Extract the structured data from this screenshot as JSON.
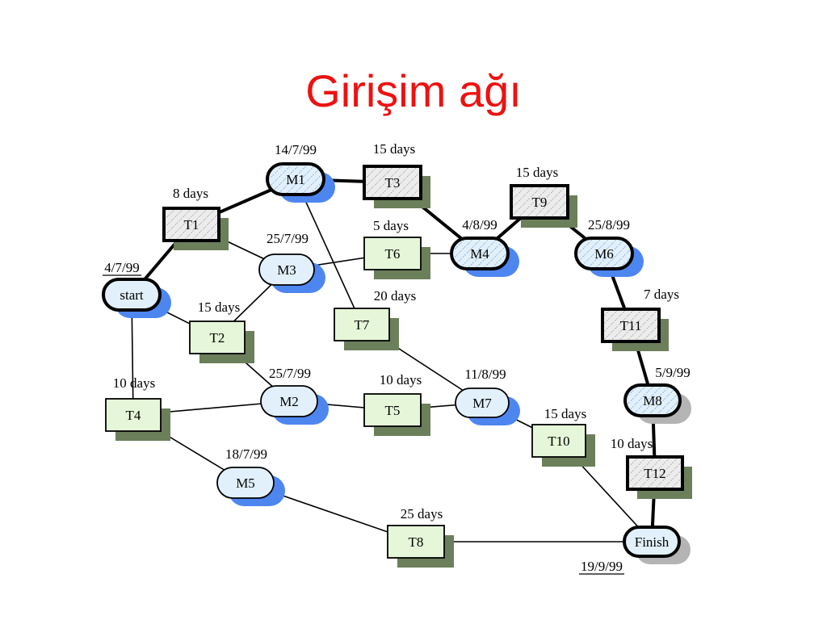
{
  "title": "Girişim ağı",
  "colors": {
    "title": "#ee1111",
    "task_fill": "#e6f7d9",
    "critical_fill": "#ececec",
    "shadow_green": "#6b7f5b",
    "milestone_fill": "#e2f0fb",
    "shadow_blue": "#4e86f0",
    "shadow_gray": "#b4b4b4",
    "line": "#000000"
  },
  "nodes": [
    {
      "id": "start",
      "label": "start",
      "kind": "milestone",
      "critical": true
    },
    {
      "id": "M1",
      "label": "M1",
      "kind": "milestone",
      "critical": true
    },
    {
      "id": "M2",
      "label": "M2",
      "kind": "milestone",
      "critical": false
    },
    {
      "id": "M3",
      "label": "M3",
      "kind": "milestone",
      "critical": false
    },
    {
      "id": "M4",
      "label": "M4",
      "kind": "milestone",
      "critical": true
    },
    {
      "id": "M5",
      "label": "M5",
      "kind": "milestone",
      "critical": false
    },
    {
      "id": "M6",
      "label": "M6",
      "kind": "milestone",
      "critical": true
    },
    {
      "id": "M7",
      "label": "M7",
      "kind": "milestone",
      "critical": false
    },
    {
      "id": "M8",
      "label": "M8",
      "kind": "milestone",
      "critical": true
    },
    {
      "id": "Finish",
      "label": "Finish",
      "kind": "milestone",
      "critical": true
    },
    {
      "id": "T1",
      "label": "T1",
      "kind": "task",
      "critical": true
    },
    {
      "id": "T2",
      "label": "T2",
      "kind": "task",
      "critical": false
    },
    {
      "id": "T3",
      "label": "T3",
      "kind": "task",
      "critical": true
    },
    {
      "id": "T4",
      "label": "T4",
      "kind": "task",
      "critical": false
    },
    {
      "id": "T5",
      "label": "T5",
      "kind": "task",
      "critical": false
    },
    {
      "id": "T6",
      "label": "T6",
      "kind": "task",
      "critical": false
    },
    {
      "id": "T7",
      "label": "T7",
      "kind": "task",
      "critical": false
    },
    {
      "id": "T8",
      "label": "T8",
      "kind": "task",
      "critical": false
    },
    {
      "id": "T9",
      "label": "T9",
      "kind": "task",
      "critical": true
    },
    {
      "id": "T10",
      "label": "T10",
      "kind": "task",
      "critical": false
    },
    {
      "id": "T11",
      "label": "T11",
      "kind": "task",
      "critical": true
    },
    {
      "id": "T12",
      "label": "T12",
      "kind": "task",
      "critical": true
    }
  ],
  "edges": [
    {
      "from": "start",
      "to": "T1",
      "critical": true
    },
    {
      "from": "T1",
      "to": "M1",
      "critical": true
    },
    {
      "from": "M1",
      "to": "T3",
      "critical": true
    },
    {
      "from": "T3",
      "to": "M4",
      "critical": true
    },
    {
      "from": "M4",
      "to": "T9",
      "critical": true
    },
    {
      "from": "T9",
      "to": "M6",
      "critical": true
    },
    {
      "from": "M6",
      "to": "T11",
      "critical": true
    },
    {
      "from": "T11",
      "to": "M8",
      "critical": true
    },
    {
      "from": "M8",
      "to": "T12",
      "critical": true
    },
    {
      "from": "T12",
      "to": "Finish",
      "critical": true
    },
    {
      "from": "T1",
      "to": "M3",
      "critical": false
    },
    {
      "from": "M3",
      "to": "T6",
      "critical": false
    },
    {
      "from": "T6",
      "to": "M4",
      "critical": false
    },
    {
      "from": "M3",
      "to": "T2",
      "critical": false
    },
    {
      "from": "start",
      "to": "T2",
      "critical": false
    },
    {
      "from": "start",
      "to": "T4",
      "critical": false
    },
    {
      "from": "T2",
      "to": "M2",
      "critical": false
    },
    {
      "from": "T4",
      "to": "M2",
      "critical": false
    },
    {
      "from": "M2",
      "to": "T5",
      "critical": false
    },
    {
      "from": "T5",
      "to": "M7",
      "critical": false
    },
    {
      "from": "M1",
      "to": "T7",
      "critical": false
    },
    {
      "from": "T7",
      "to": "M7",
      "critical": false
    },
    {
      "from": "M7",
      "to": "T10",
      "critical": false
    },
    {
      "from": "T10",
      "to": "Finish",
      "critical": false
    },
    {
      "from": "T4",
      "to": "M5",
      "critical": false
    },
    {
      "from": "M5",
      "to": "T8",
      "critical": false
    },
    {
      "from": "T8",
      "to": "Finish",
      "critical": false
    }
  ],
  "labels": [
    {
      "text": "4/7/99",
      "near": "start",
      "underline": true
    },
    {
      "text": "8 days",
      "near": "T1",
      "underline": false
    },
    {
      "text": "14/7/99",
      "near": "M1",
      "underline": false
    },
    {
      "text": "15 days",
      "near": "T3",
      "underline": false
    },
    {
      "text": "15 days",
      "near": "T9",
      "underline": false
    },
    {
      "text": "25/7/99",
      "near": "M3",
      "underline": false
    },
    {
      "text": "5 days",
      "near": "T6",
      "underline": false
    },
    {
      "text": "4/8/99",
      "near": "M4",
      "underline": false
    },
    {
      "text": "25/8/99",
      "near": "M6",
      "underline": false
    },
    {
      "text": "15 days",
      "near": "T2",
      "underline": false
    },
    {
      "text": "20 days",
      "near": "T7",
      "underline": false
    },
    {
      "text": "7 days",
      "near": "T11",
      "underline": false
    },
    {
      "text": "10 days",
      "near": "T4",
      "underline": false
    },
    {
      "text": "25/7/99",
      "near": "M2",
      "underline": false
    },
    {
      "text": "10 days",
      "near": "T5",
      "underline": false
    },
    {
      "text": "11/8/99",
      "near": "M7",
      "underline": false
    },
    {
      "text": "5/9/99",
      "near": "M8",
      "underline": false
    },
    {
      "text": "15 days",
      "near": "T10",
      "underline": false
    },
    {
      "text": "10 days",
      "near": "T12",
      "underline": false
    },
    {
      "text": "18/7/99",
      "near": "M5",
      "underline": false
    },
    {
      "text": "25 days",
      "near": "T8",
      "underline": false
    },
    {
      "text": "19/9/99",
      "near": "Finish",
      "underline": true
    }
  ]
}
